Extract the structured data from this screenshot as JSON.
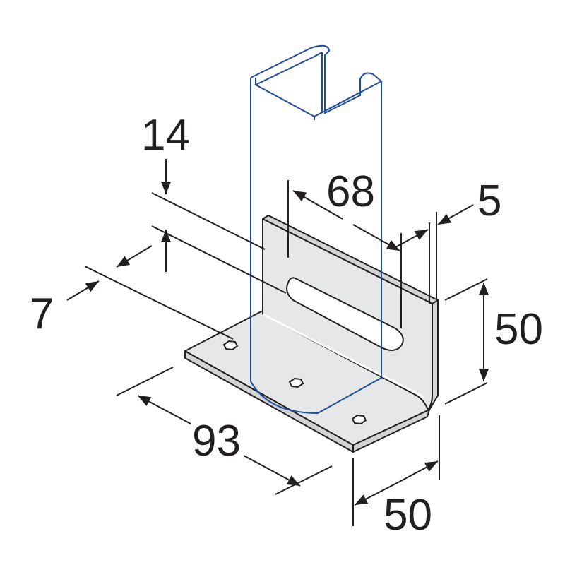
{
  "dimensions": {
    "slot_offset_top": "14",
    "slot_length": "68",
    "thickness": "5",
    "slot_width": "7",
    "height": "50",
    "base_length": "93",
    "base_width": "50"
  },
  "colors": {
    "plate_fill": "#e6e7e8",
    "outline": "#231f20",
    "channel_outline": "#1f4e9c"
  }
}
